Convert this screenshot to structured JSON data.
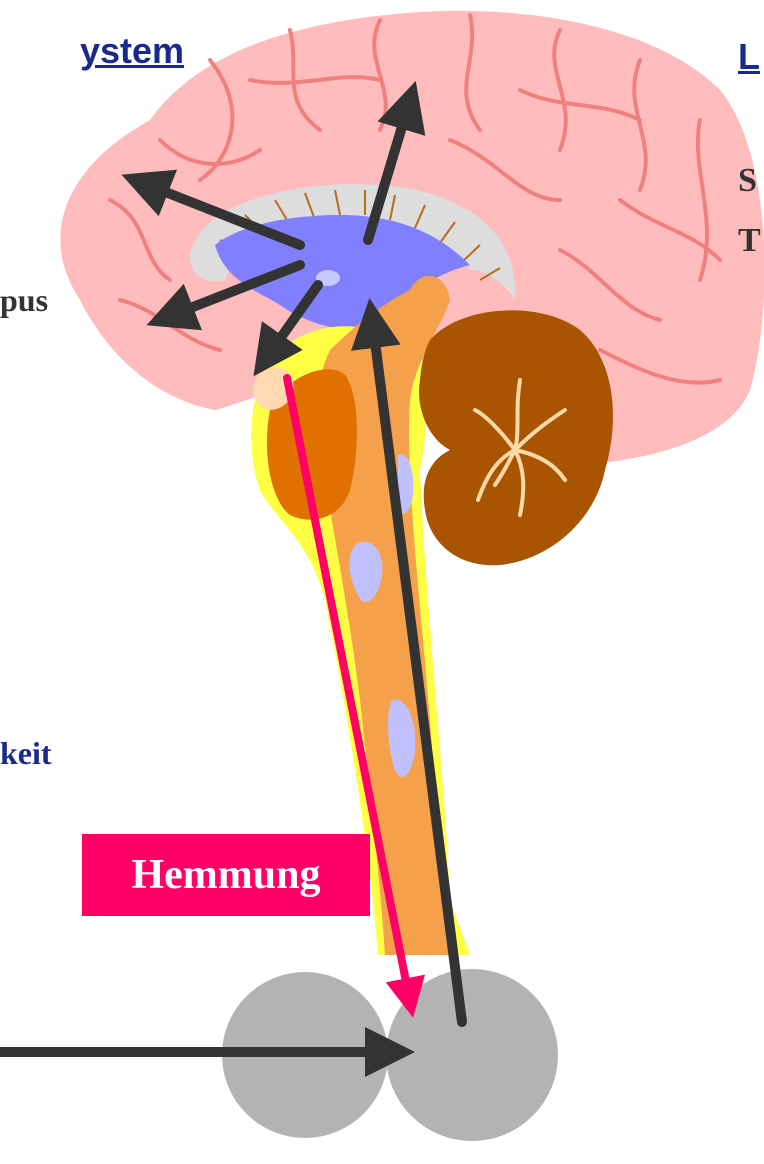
{
  "labels": {
    "header_left": "ystem",
    "header_right": "L",
    "hippocampus_fragment": "pus",
    "right_line_1": "S",
    "right_line_2": "T",
    "left_lower_fragment": "keit",
    "inhibition_box": "Hemmung"
  },
  "colors": {
    "cortex": "#ffbcbc",
    "cortex_folds": "#f08080",
    "thalamus": "#8080ff",
    "corpus_callosum": "#dddddd",
    "brainstem": "#f5a04a",
    "brainstem_outline": "#ffff44",
    "cerebellum": "#a85400",
    "cerebellum_veins": "#ffd8a8",
    "pons": "#e07000",
    "arrows": "#333333",
    "inhibition_arrow": "#ff0066",
    "spinal_cells": "#b3b3b3",
    "title_text": "#1a2a8c"
  }
}
